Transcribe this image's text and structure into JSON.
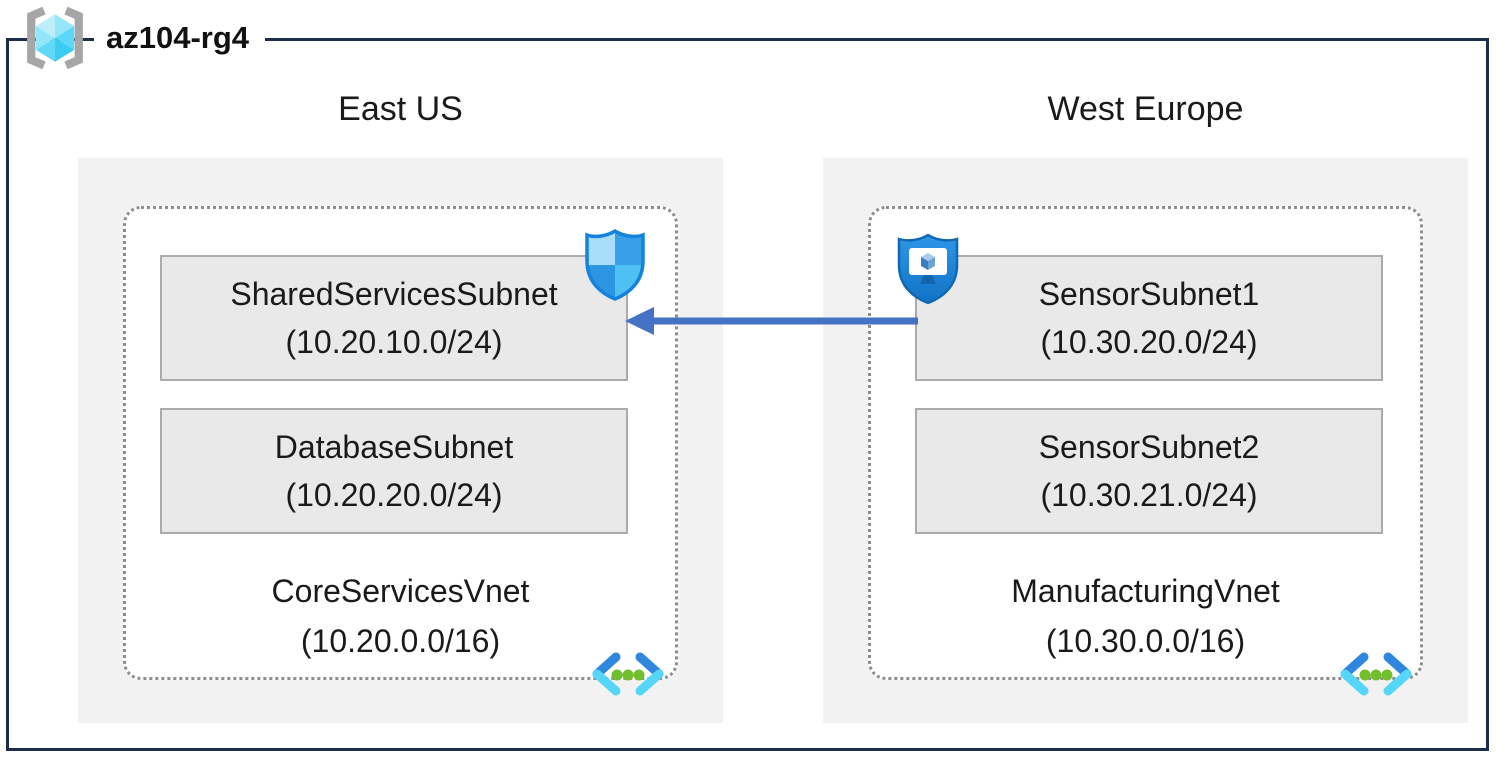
{
  "diagram": {
    "title": "az104-rg4",
    "title_icon": "resource-group-icon",
    "colors": {
      "outer_border": "#1d2e4a",
      "region_panel_bg": "#f2f2f2",
      "subnet_bg": "#e9e9e9",
      "subnet_border": "#ababab",
      "dashed_border": "#8d8d8d",
      "arrow": "#4472c4",
      "vnet_icon_blue": "#2e86dd",
      "vnet_icon_cyan": "#55d5f8",
      "vnet_icon_green": "#72bf2e",
      "shield_blue": "#1e88de"
    },
    "regions": [
      {
        "name": "East US",
        "vnet": {
          "name": "CoreServicesVnet",
          "cidr": "(10.20.0.0/16)",
          "icon": "virtual-network-icon"
        },
        "badge_icon": "nsg-shield-icon",
        "subnets": [
          {
            "name": "SharedServicesSubnet",
            "cidr": "(10.20.10.0/24)"
          },
          {
            "name": "DatabaseSubnet",
            "cidr": "(10.20.20.0/24)"
          }
        ]
      },
      {
        "name": "West Europe",
        "vnet": {
          "name": "ManufacturingVnet",
          "cidr": "(10.30.0.0/16)",
          "icon": "virtual-network-icon"
        },
        "badge_icon": "protected-vm-shield-icon",
        "subnets": [
          {
            "name": "SensorSubnet1",
            "cidr": "(10.30.20.0/24)"
          },
          {
            "name": "SensorSubnet2",
            "cidr": "(10.30.21.0/24)"
          }
        ]
      }
    ],
    "connection": {
      "from": "SensorSubnet1",
      "to": "SharedServicesSubnet",
      "direction": "right-to-left",
      "color": "#4472c4"
    }
  }
}
